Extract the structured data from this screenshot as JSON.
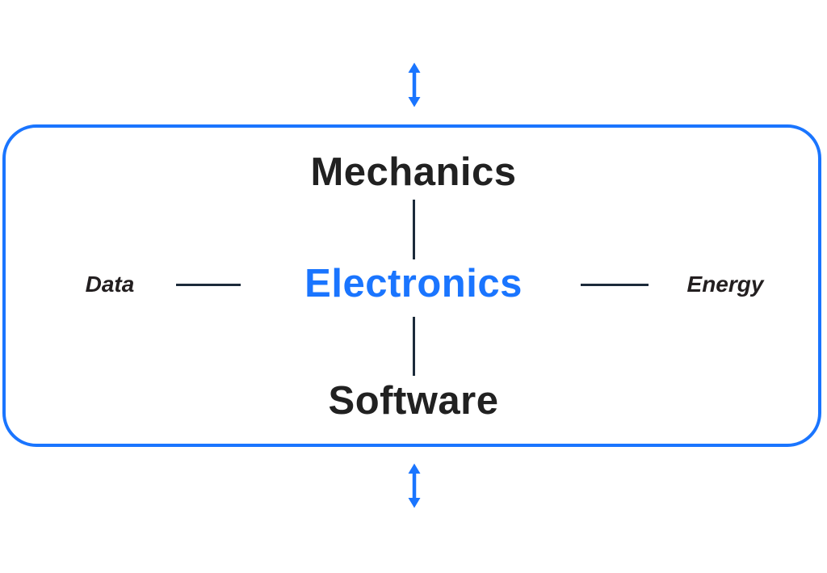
{
  "diagram": {
    "box": {
      "top_label": "Mechanics",
      "center_label": "Electronics",
      "bottom_label": "Software",
      "left_label": "Data",
      "right_label": "Energy"
    },
    "colors": {
      "accent_blue": "#1a75ff",
      "dark_text": "#212121",
      "side_text": "#231f20",
      "connector_dark": "#1c2b3a"
    }
  }
}
